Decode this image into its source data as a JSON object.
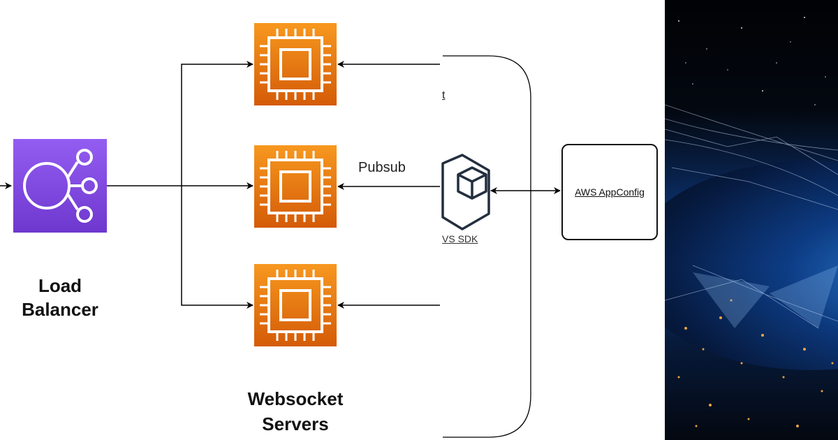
{
  "load_balancer": {
    "label_line1": "Load",
    "label_line2": "Balancer"
  },
  "servers": {
    "label_line1": "Websocket",
    "label_line2": "Servers"
  },
  "pubsub": {
    "label": "Pubsub"
  },
  "sdk": {
    "label": "VS SDK"
  },
  "fragment": {
    "label": "t"
  },
  "appconfig": {
    "label": "AWS AppConfig"
  },
  "colors": {
    "load_balancer_purple": "#8C4FFF",
    "ec2_orange_top": "#F7981F",
    "ec2_orange_bottom": "#D45B07",
    "sdk_icon": "#232F3E"
  }
}
